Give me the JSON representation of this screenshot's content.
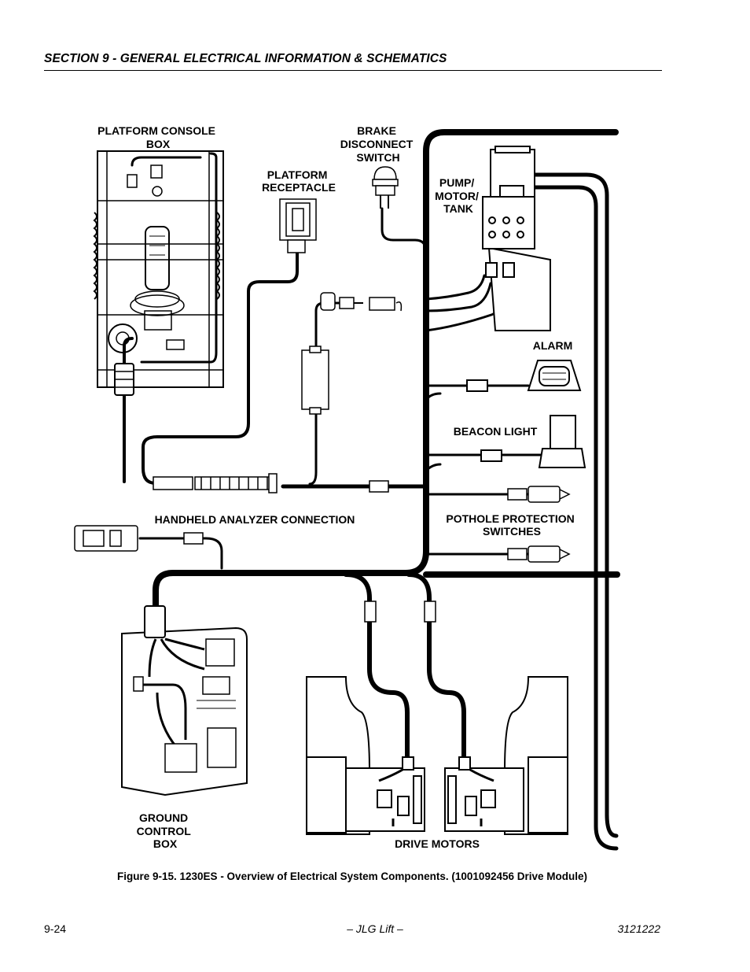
{
  "header": {
    "section_title": "SECTION 9 - GENERAL ELECTRICAL INFORMATION & SCHEMATICS"
  },
  "figure": {
    "labels": {
      "platform_console_box": [
        "PLATFORM CONSOLE",
        "BOX"
      ],
      "brake_disconnect_switch": [
        "BRAKE",
        "DISCONNECT",
        "SWITCH"
      ],
      "platform_receptacle": [
        "PLATFORM",
        "RECEPTACLE"
      ],
      "pump_motor_tank": [
        "PUMP/",
        "MOTOR/",
        "TANK"
      ],
      "alarm": [
        "ALARM"
      ],
      "beacon_light": [
        "BEACON LIGHT"
      ],
      "handheld_analyzer_connection": [
        "HANDHELD ANALYZER CONNECTION"
      ],
      "pothole_protection_switches": [
        "POTHOLE PROTECTION",
        "SWITCHES"
      ],
      "ground_control_box": [
        "GROUND",
        "CONTROL",
        "BOX"
      ],
      "drive_motors": [
        "DRIVE MOTORS"
      ]
    },
    "caption": "Figure 9-15.  1230ES - Overview of Electrical System Components. (1001092456 Drive Module)"
  },
  "footer": {
    "page_number": "9-24",
    "center_text": "– JLG Lift –",
    "doc_number": "3121222"
  }
}
